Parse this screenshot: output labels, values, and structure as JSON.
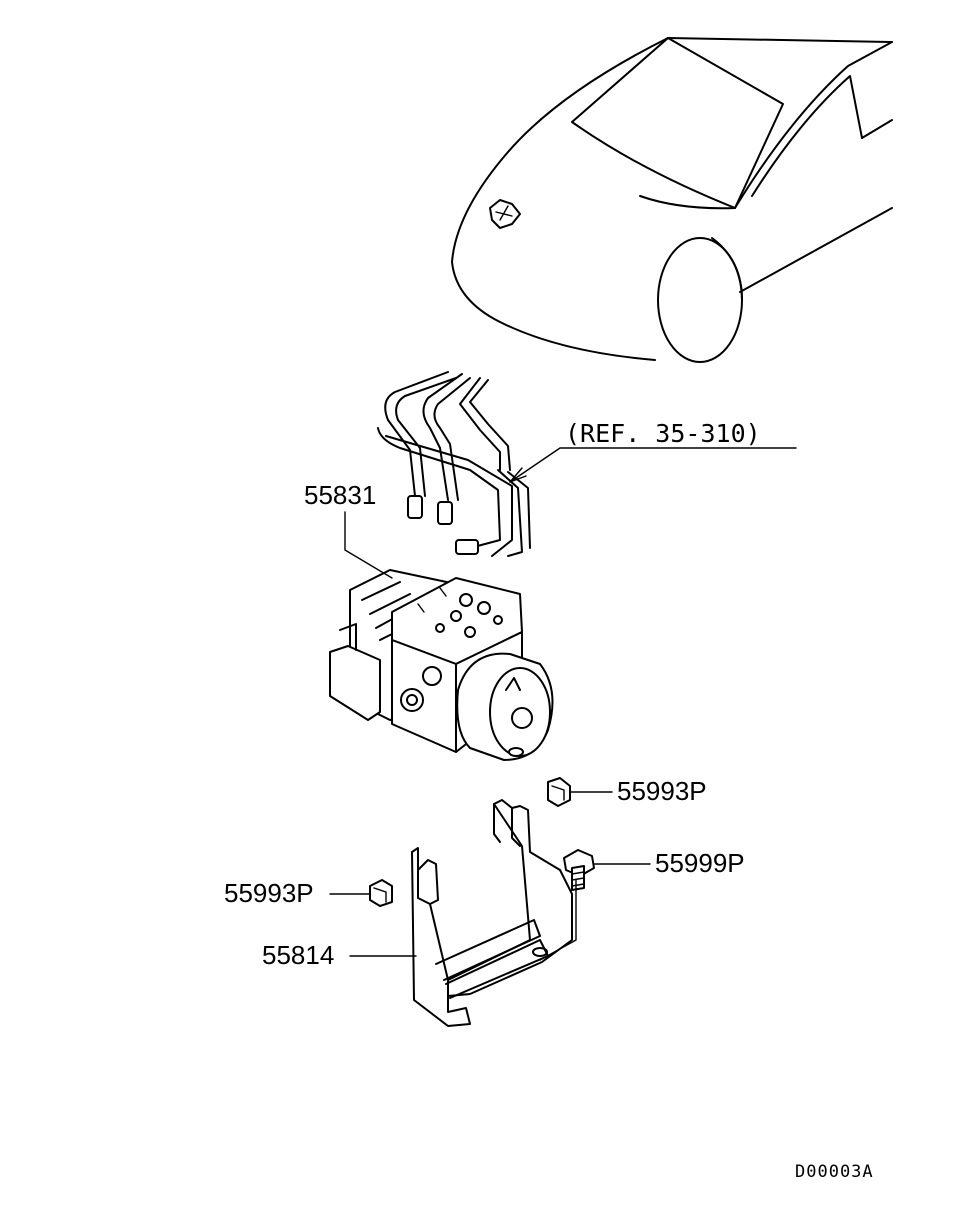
{
  "callouts": {
    "ref": "(REF. 35-310)",
    "abs_unit": "55831",
    "nut_upper": "55993P",
    "bolt": "55999P",
    "nut_left": "55993P",
    "bracket": "55814"
  },
  "diagram_code": "D00003A",
  "icons": {
    "car": "car-front-outline",
    "pipes": "brake-pipe-assembly",
    "hydraulic_unit": "abs-hydraulic-unit",
    "nut": "flange-nut",
    "bolt": "flange-bolt",
    "bracket": "mounting-bracket"
  }
}
